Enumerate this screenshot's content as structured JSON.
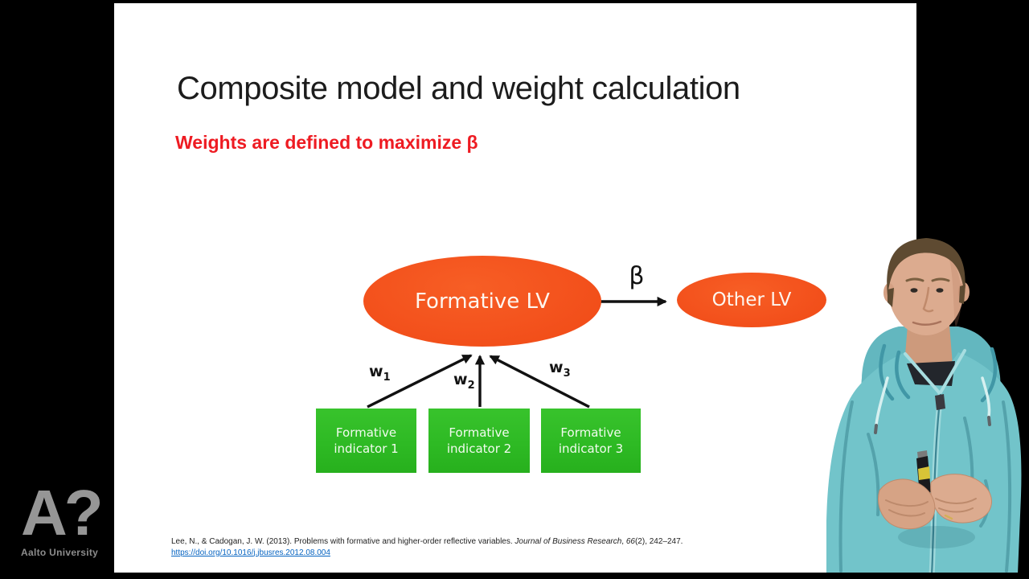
{
  "slide": {
    "title": "Composite model and weight calculation",
    "subtitle": "Weights are defined to maximize β"
  },
  "diagram": {
    "formative_lv_label": "Formative LV",
    "other_lv_label": "Other LV",
    "beta_label": "β",
    "weights": [
      {
        "base": "w",
        "sub": "1"
      },
      {
        "base": "w",
        "sub": "2"
      },
      {
        "base": "w",
        "sub": "3"
      }
    ],
    "indicators": [
      {
        "line1": "Formative",
        "line2": "indicator 1"
      },
      {
        "line1": "Formative",
        "line2": "indicator 2"
      },
      {
        "line1": "Formative",
        "line2": "indicator 3"
      }
    ],
    "colors": {
      "node_fill": "#f3511c",
      "indicator_fill": "#2eba24",
      "arrow": "#111111"
    }
  },
  "citation": {
    "text_before_journal": "Lee, N., & Cadogan, J. W. (2013). Problems with formative and higher-order reflective variables. ",
    "journal": "Journal of Business Research",
    "separator": ", ",
    "volume": "66",
    "issue_pages": "(2), 242–247.",
    "doi_link": "https://doi.org/10.1016/j.jbusres.2012.08.004"
  },
  "branding": {
    "logo_mark": "A?",
    "logo_name": "Aalto University"
  },
  "theme": {
    "frame_bg": "#000000",
    "slide_bg": "#ffffff",
    "subtitle_color": "#ee1b22",
    "link_color": "#0563c1",
    "hoodie_color": "#72c4ca"
  }
}
